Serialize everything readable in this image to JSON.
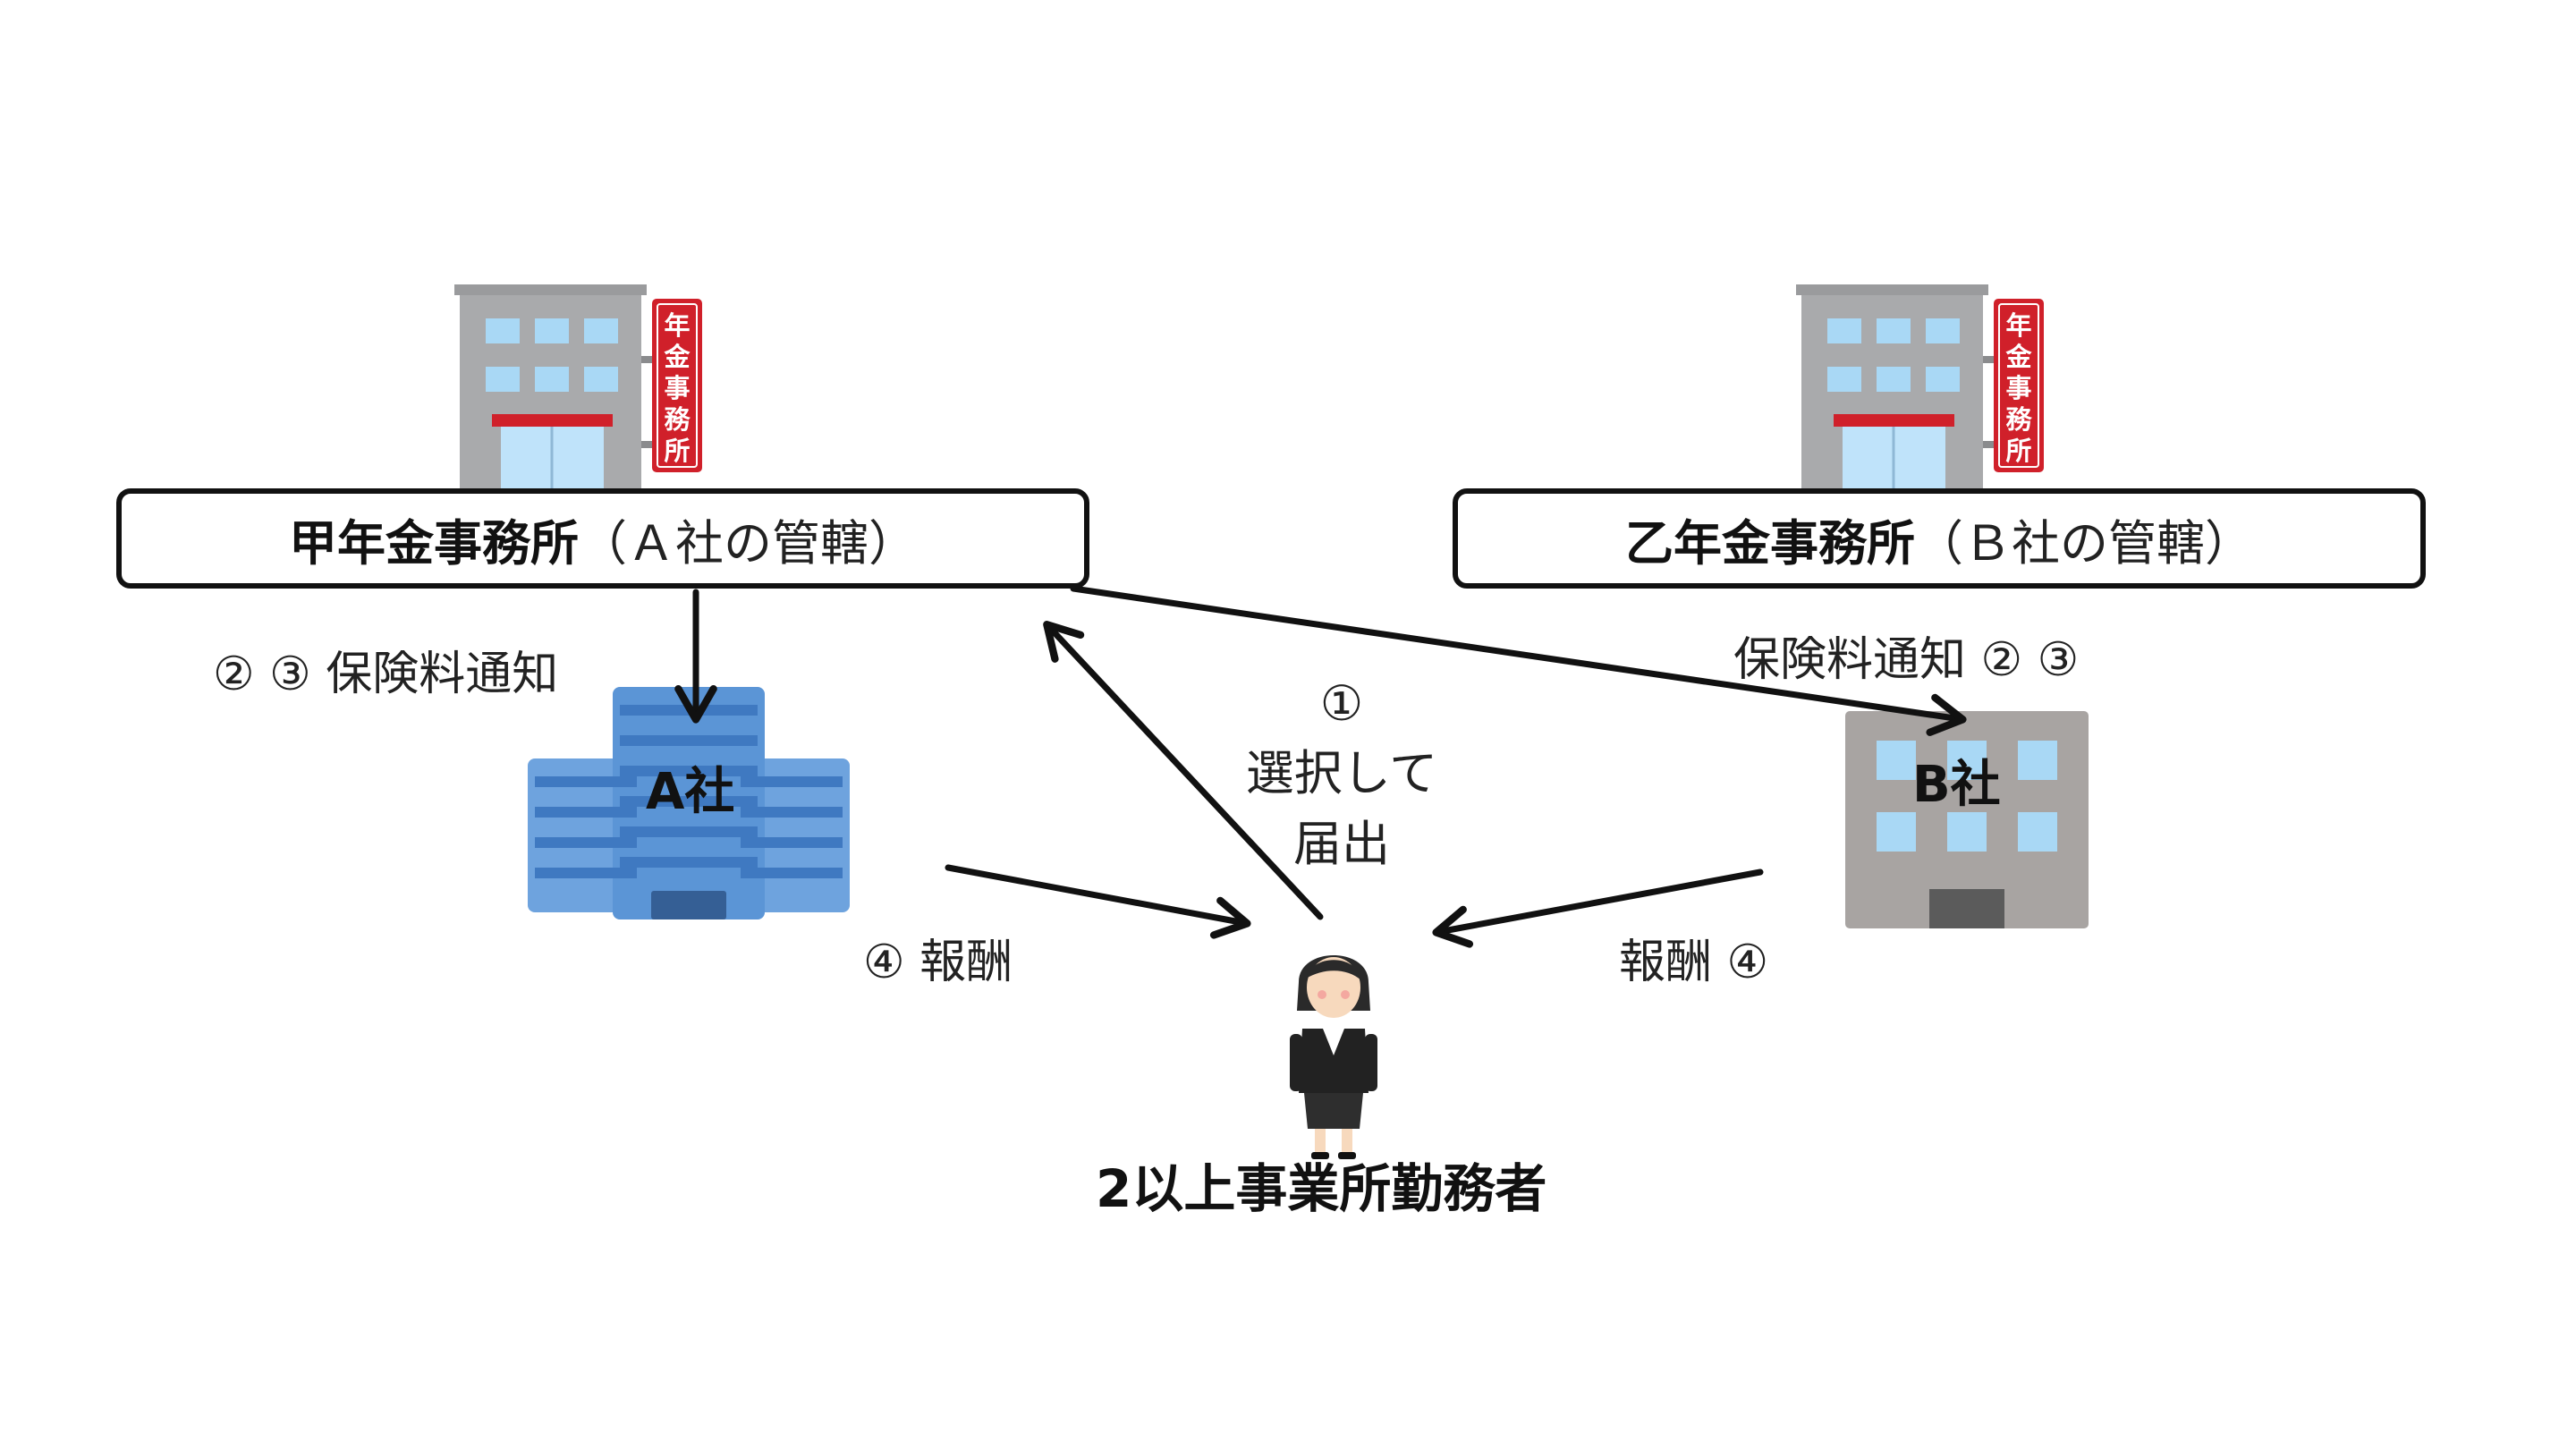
{
  "offices": {
    "left": {
      "name": "甲年金事務所",
      "jurisdiction": "（Ａ社の管轄）",
      "sign_text": [
        "年",
        "金",
        "事",
        "務",
        "所"
      ]
    },
    "right": {
      "name": "乙年金事務所",
      "jurisdiction": "（Ｂ社の管轄）",
      "sign_text": [
        "年",
        "金",
        "事",
        "務",
        "所"
      ]
    }
  },
  "companies": {
    "a": {
      "label": "A社"
    },
    "b": {
      "label": "B社"
    }
  },
  "labels": {
    "left_notice": "② ③  保険料通知",
    "right_notice": "保険料通知 ② ③",
    "step1_num": "①",
    "step1_line1": "選択して",
    "step1_line2": "届出",
    "left_pay": "④  報酬",
    "right_pay": "報酬    ④",
    "worker": "2以上事業所勤務者"
  },
  "icons": [
    "pension-office-building-icon",
    "company-building-icon",
    "office-worker-woman-icon"
  ],
  "colors": {
    "sign_red": "#d0202a",
    "building_gray": "#a9aaac",
    "window_blue": "#a9d8f5",
    "company_a_blue": "#5b95d6",
    "company_b_gray": "#a8a4a2",
    "arrow": "#111111"
  }
}
